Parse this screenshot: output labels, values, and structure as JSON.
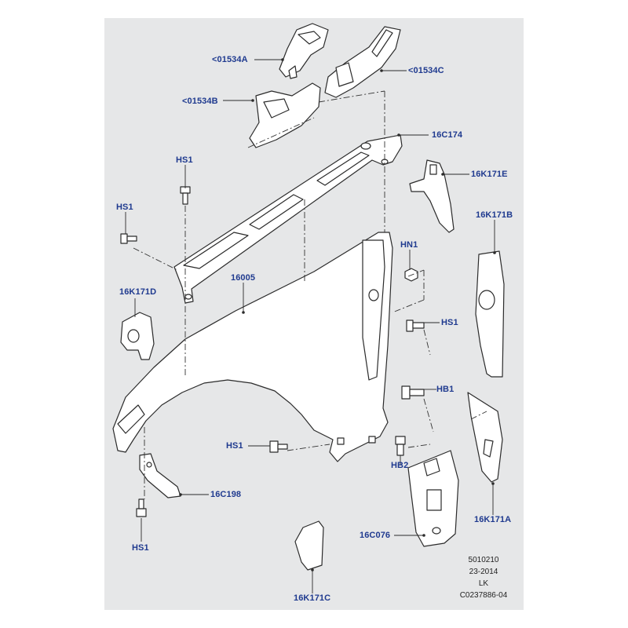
{
  "colors": {
    "background": "#e6e7e8",
    "part_fill": "#ffffff",
    "outline": "#2b2b2b",
    "label_text": "#1f3a8f",
    "dash": "#333333"
  },
  "labels": {
    "p01534a": "<01534A",
    "p01534b": "<01534B",
    "p01534c": "<01534C",
    "p16c174": "16C174",
    "p16k171e": "16K171E",
    "hs1_top": "HS1",
    "hs1_left": "HS1",
    "p16005": "16005",
    "hn1": "HN1",
    "p16k171b": "16K171B",
    "p16k171d": "16K171D",
    "hs1_mid": "HS1",
    "hb1": "HB1",
    "hs1_lower": "HS1",
    "hb2": "HB2",
    "p16c198": "16C198",
    "hs1_bottom": "HS1",
    "p16c076": "16C076",
    "p16k171a": "16K171A",
    "p16k171c": "16K171C"
  },
  "reference": {
    "line1": "5010210",
    "line2": "23-2014",
    "line3": "LK",
    "line4": "C0237886-04"
  }
}
